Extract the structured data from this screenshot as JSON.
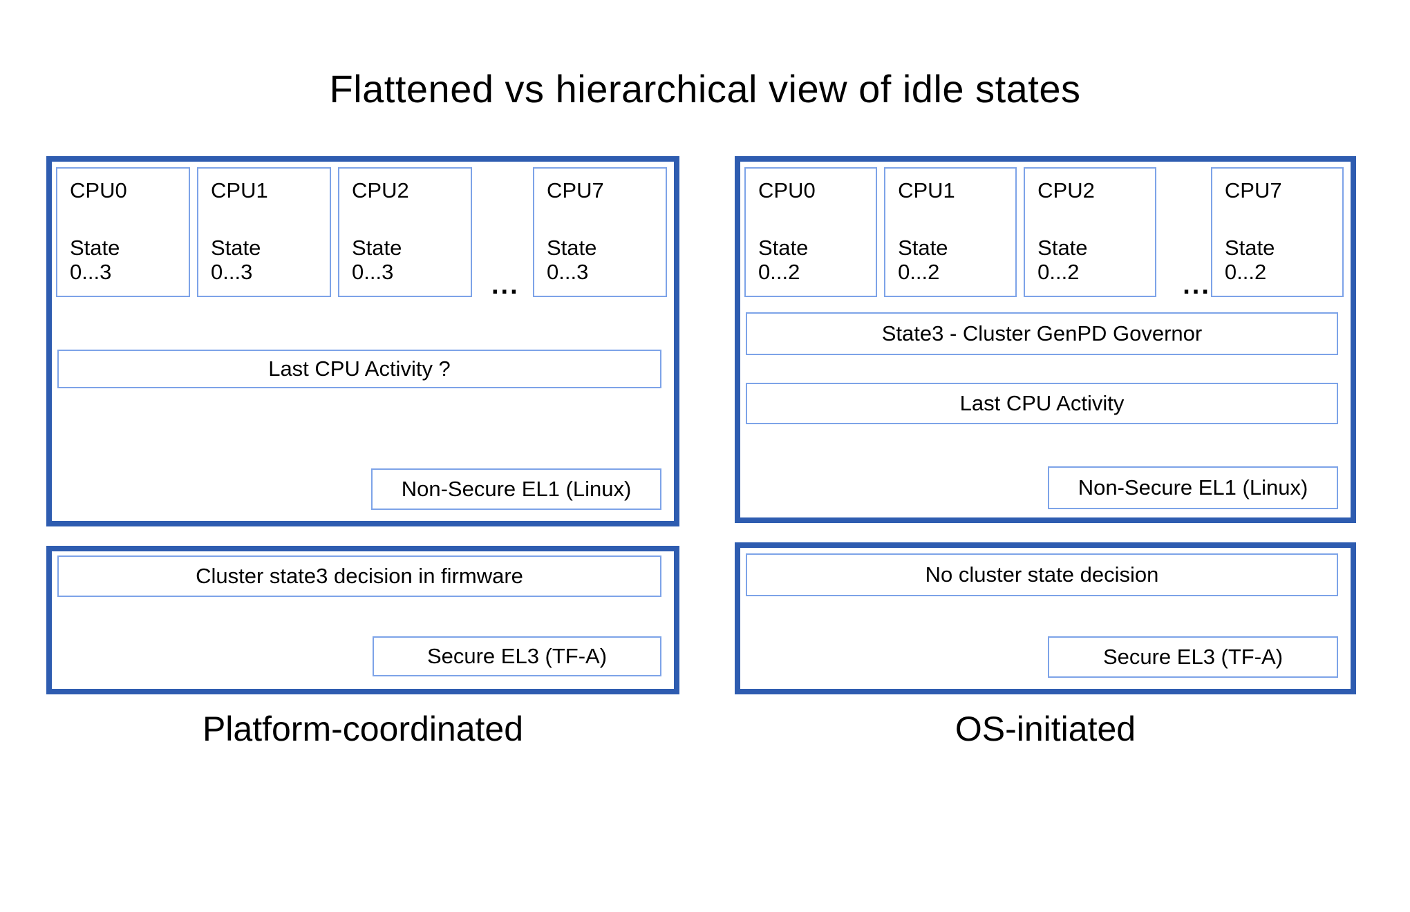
{
  "title": "Flattened vs hierarchical view of idle states",
  "ellipsis": "...",
  "colors": {
    "outer_border": "#2e5cb0",
    "inner_border": "#7da3e8",
    "background": "#ffffff",
    "text": "#000000"
  },
  "panels": [
    {
      "label": "Platform-coordinated",
      "cpus": [
        {
          "name": "CPU0",
          "state_label": "State",
          "state_range": "0...3"
        },
        {
          "name": "CPU1",
          "state_label": "State",
          "state_range": "0...3"
        },
        {
          "name": "CPU2",
          "state_label": "State",
          "state_range": "0...3"
        },
        {
          "name": "CPU7",
          "state_label": "State",
          "state_range": "0...3"
        }
      ],
      "activity_box": "Last CPU Activity ?",
      "el1_box": "Non-Secure EL1 (Linux)",
      "decision_box": "Cluster state3 decision in firmware",
      "el3_box": "Secure EL3 (TF-A)"
    },
    {
      "label": "OS-initiated",
      "cpus": [
        {
          "name": "CPU0",
          "state_label": "State",
          "state_range": "0...2"
        },
        {
          "name": "CPU1",
          "state_label": "State",
          "state_range": "0...2"
        },
        {
          "name": "CPU2",
          "state_label": "State",
          "state_range": "0...2"
        },
        {
          "name": "CPU7",
          "state_label": "State",
          "state_range": "0...2"
        }
      ],
      "governor_box": "State3 - Cluster GenPD Governor",
      "activity_box": "Last CPU Activity",
      "el1_box": "Non-Secure EL1 (Linux)",
      "decision_box": "No cluster state decision",
      "el3_box": "Secure EL3 (TF-A)"
    }
  ]
}
